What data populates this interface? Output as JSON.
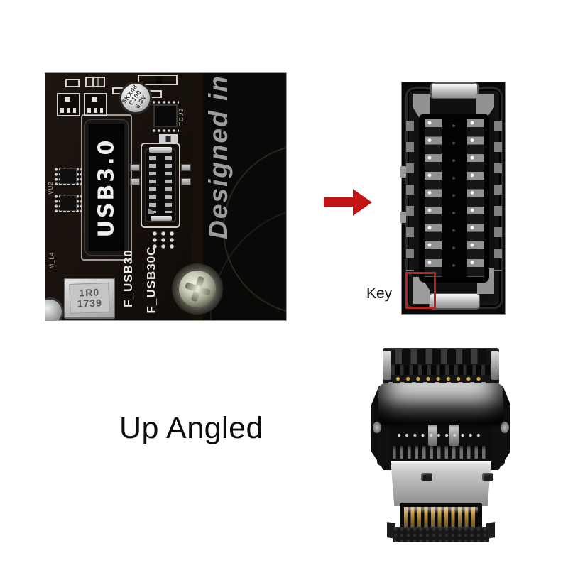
{
  "background_color": "#ffffff",
  "motherboard_photo": {
    "usb_header_label": "USB3.0",
    "silkscreen_label_left": "F_USB30",
    "silkscreen_label_right": "F_USB30C",
    "designed_in_text": "Designed in",
    "capacitor_marking_line1": "5KX48",
    "capacitor_marking_line2": "C100",
    "capacitor_marking_line3": "6.3V",
    "inductor_marking_line1": "1R0",
    "inductor_marking_line2": "1739",
    "ic_label": "TCU2",
    "tiny_label_left": "VU2",
    "tiny_label_bottom": "M_L4"
  },
  "arrow": {
    "color": "#c21414",
    "direction": "right"
  },
  "connector_photo": {
    "key_box_color": "#b42420"
  },
  "key_label": "Key",
  "caption": "Up Angled"
}
